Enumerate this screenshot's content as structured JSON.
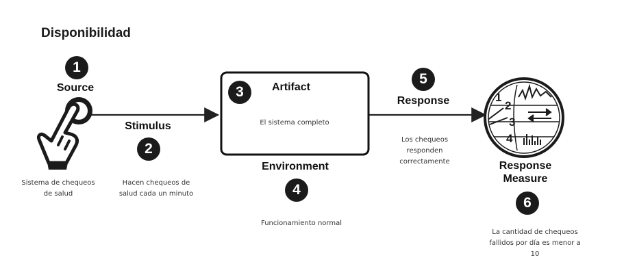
{
  "title": "Disponibilidad",
  "source": {
    "number": "1",
    "label": "Source",
    "description": "Sistema de chequeos de salud"
  },
  "stimulus": {
    "number": "2",
    "label": "Stimulus",
    "description": "Hacen chequeos de salud cada un minuto"
  },
  "artifact": {
    "number": "3",
    "label": "Artifact",
    "description": "El sistema completo"
  },
  "environment": {
    "number": "4",
    "label": "Environment",
    "description": "Funcionamiento normal"
  },
  "response": {
    "number": "5",
    "label": "Response",
    "description": "Los chequeos responden correctamente"
  },
  "response_measure": {
    "number": "6",
    "label": "Response Measure",
    "description": "La cantidad de chequeos fallidos por día es menor a 10",
    "gauge_digits": [
      "1",
      "2",
      "3",
      "4"
    ]
  },
  "icons": [
    "hand-pointer-icon",
    "measure-gauge-icon"
  ]
}
